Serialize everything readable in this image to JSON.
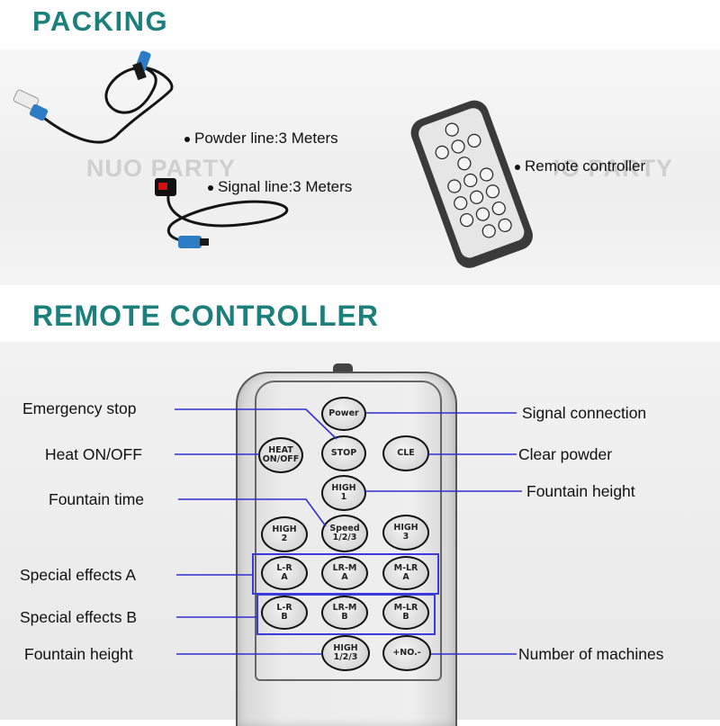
{
  "headings": {
    "packing": "PACKING",
    "remote": "REMOTE CONTROLLER"
  },
  "watermark": "NUO PARTY",
  "packing_labels": {
    "powder_line": "Powder line:3 Meters",
    "signal_line": "Signal line:3 Meters",
    "remote_controller": "Remote controller"
  },
  "callouts": {
    "emergency_stop": "Emergency stop",
    "heat_on_off": "Heat ON/OFF",
    "fountain_time": "Fountain time",
    "special_effects_a": "Special effects A",
    "special_effects_b": "Special effects B",
    "fountain_height_left": "Fountain height",
    "signal_connection": "Signal connection",
    "clear_powder": "Clear powder",
    "fountain_height_right": "Fountain height",
    "number_of_machines": "Number of machines"
  },
  "keys": {
    "power": "Power",
    "stop": "STOP",
    "heat": "HEAT\nON/OFF",
    "cle": "CLE",
    "high1": "HIGH\n1",
    "high2": "HIGH\n2",
    "speed": "Speed\n1/2/3",
    "high3": "HIGH\n3",
    "lr_a": "L-R\nA",
    "lrm_a": "LR-M\nA",
    "mlr_a": "M-LR\nA",
    "lr_b": "L-R\nB",
    "lrm_b": "LR-M\nB",
    "mlr_b": "M-LR\nB",
    "high123": "HIGH\n1/2/3",
    "no": "+NO.-"
  },
  "colors": {
    "heading": "#1b7f7c",
    "callout_line": "#2f2fd0",
    "box": "#3b3bdc"
  }
}
